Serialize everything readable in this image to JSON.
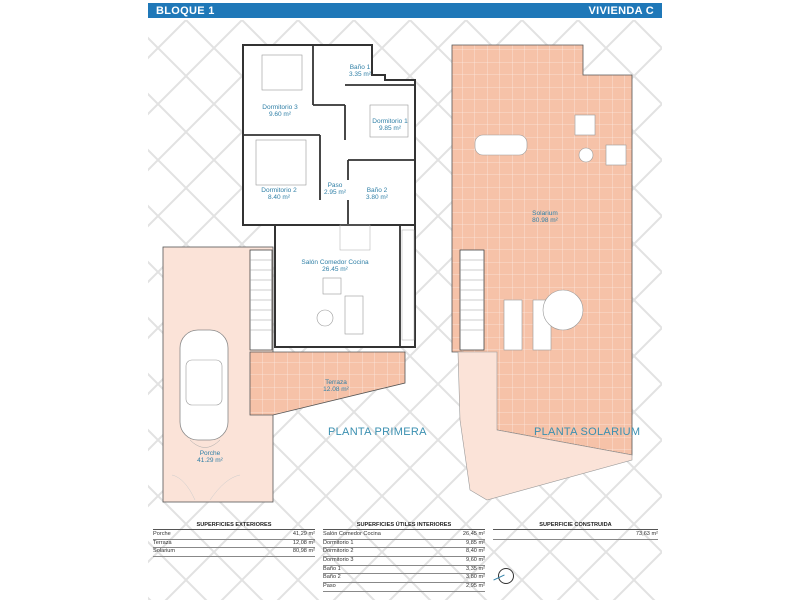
{
  "header": {
    "left": "BLOQUE 1",
    "right": "VIVIENDA C",
    "color": "#1f78b8"
  },
  "plans": {
    "primera": {
      "title": "PLANTA PRIMERA",
      "rooms": [
        {
          "name": "Baño 1",
          "area": "3.35 m²"
        },
        {
          "name": "Dormitorio 3",
          "area": "9.60 m²"
        },
        {
          "name": "Dormitorio 1",
          "area": "9.85 m²"
        },
        {
          "name": "Dormitorio 2",
          "area": "8.40 m²"
        },
        {
          "name": "Paso",
          "area": "2.95 m²"
        },
        {
          "name": "Baño 2",
          "area": "3.80 m²"
        },
        {
          "name": "Salón Comedor Cocina",
          "area": "26.45 m²"
        },
        {
          "name": "Terraza",
          "area": "12.08 m²"
        },
        {
          "name": "Porche",
          "area": "41.29 m²"
        }
      ]
    },
    "solarium": {
      "title": "PLANTA SOLARIUM",
      "rooms": [
        {
          "name": "Solarium",
          "area": "80.98 m²"
        }
      ]
    }
  },
  "tables": {
    "exteriores": {
      "title": "SUPERFICIES EXTERIORES",
      "rows": [
        {
          "label": "Porche",
          "value": "41,29 m²"
        },
        {
          "label": "Terraza",
          "value": "12,08 m²"
        },
        {
          "label": "Solarium",
          "value": "80,98 m²"
        }
      ]
    },
    "interiores": {
      "title": "SUPERFICIES ÚTILES INTERIORES",
      "rows": [
        {
          "label": "Salón Comedor Cocina",
          "value": "26,45 m²"
        },
        {
          "label": "Dormitorio 1",
          "value": "9,85 m²"
        },
        {
          "label": "Dormitorio 2",
          "value": "8,40 m²"
        },
        {
          "label": "Dormitorio 3",
          "value": "9,60 m²"
        },
        {
          "label": "Baño 1",
          "value": "3,35 m²"
        },
        {
          "label": "Baño 2",
          "value": "3,80 m²"
        },
        {
          "label": "Paso",
          "value": "2,95 m²"
        }
      ]
    },
    "construida": {
      "title": "SUPERFICIE CONSTRUIDA",
      "rows": [
        {
          "label": "",
          "value": "73,63 m²"
        }
      ]
    }
  },
  "colors": {
    "terrace_fill": "#f6c2a8",
    "porch_fill": "#fbe3d8",
    "label_blue": "#2f7fa6",
    "wall": "#333333"
  }
}
